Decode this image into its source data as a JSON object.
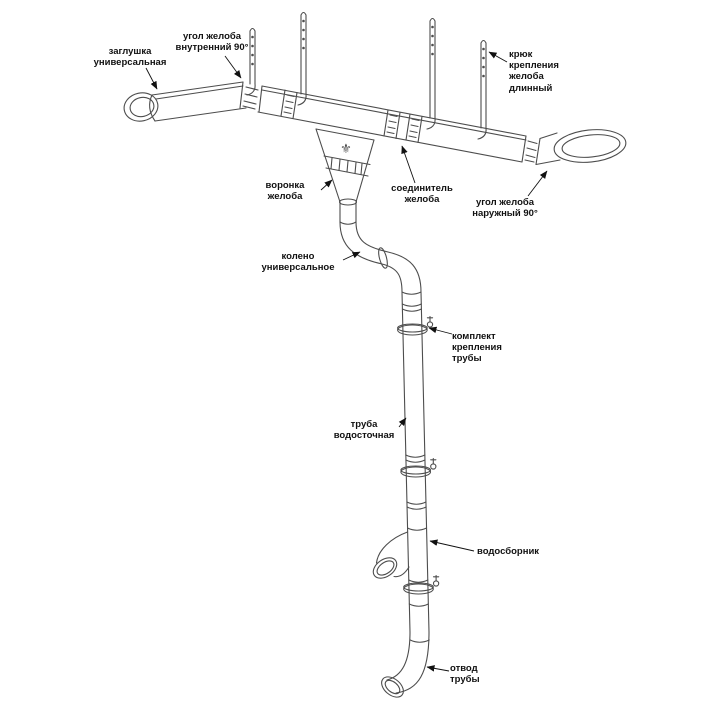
{
  "canvas": {
    "background": "#ffffff"
  },
  "diagram": {
    "line_color": "#4d4d4d",
    "callout_color": "#111111",
    "emblem_glyph": "⚜",
    "labels": [
      {
        "id": "end-cap",
        "text": "заглушка\nуниверсальная"
      },
      {
        "id": "inner-corner",
        "text": "угол желоба\nвнутренний 90°"
      },
      {
        "id": "long-hook",
        "text": "крюк\nкрепления\nжелоба\nдлинный"
      },
      {
        "id": "funnel",
        "text": "воронка\nжелоба"
      },
      {
        "id": "connector",
        "text": "соединитель\nжелоба"
      },
      {
        "id": "outer-corner",
        "text": "угол желоба\nнаружный 90°"
      },
      {
        "id": "elbow",
        "text": "колено\nуниверсальное"
      },
      {
        "id": "clamp-kit",
        "text": "комплект\nкрепления\nтрубы"
      },
      {
        "id": "downpipe",
        "text": "труба\nводосточная"
      },
      {
        "id": "collector",
        "text": "водосборник"
      },
      {
        "id": "outlet",
        "text": "отвод\nтрубы"
      }
    ]
  }
}
